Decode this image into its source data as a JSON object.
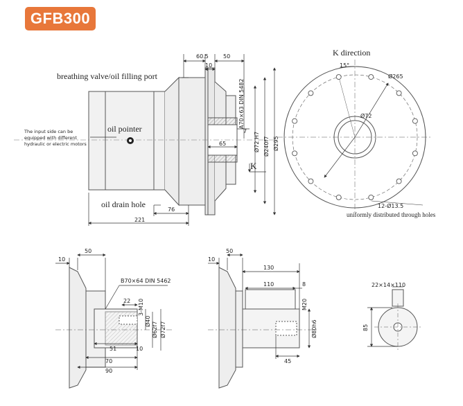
{
  "model": "GFB300",
  "badge_color": "#e8773a",
  "labels": {
    "breathing_valve": "breathing valve/oil filling port",
    "oil_pointer": "oil pointer",
    "oil_drain": "oil drain hole",
    "k_direction": "K direction",
    "input_note_1": "The input side can be",
    "input_note_2": "equipped with different",
    "input_note_3": "hydraulic or electric motors",
    "holes": "uniformly distributed through holes",
    "k_mark": "K"
  },
  "dims": {
    "d60_5": "60.5",
    "d50": "50",
    "d10": "10",
    "spline": "A70×63 DIN 5482",
    "d7": "7",
    "d65": "65",
    "d72h7": "Ø72 H7",
    "d240f7": "Ø240f7",
    "d295": "Ø295",
    "d76": "76",
    "d221": "221",
    "k15": "15°",
    "k265": "Ø265",
    "k72": "Ø72",
    "k_holes": "12-Ø13.5"
  },
  "bl": {
    "d10": "10",
    "d50": "50",
    "spline": "B70×64  DIN 5462",
    "m10": "3-M10",
    "d22": "22",
    "d40": "Ø40",
    "d62": "Ø62f7",
    "d72": "Ø72f7",
    "d51": "51",
    "d10b": "10",
    "d70": "70",
    "d90": "90"
  },
  "bm": {
    "d10": "10",
    "d50": "50",
    "d130": "130",
    "d110": "110",
    "d8": "8",
    "m20": "M20",
    "d80": "Ø80h6",
    "d45": "45"
  },
  "br": {
    "key": "22×14×110",
    "d85": "85"
  }
}
